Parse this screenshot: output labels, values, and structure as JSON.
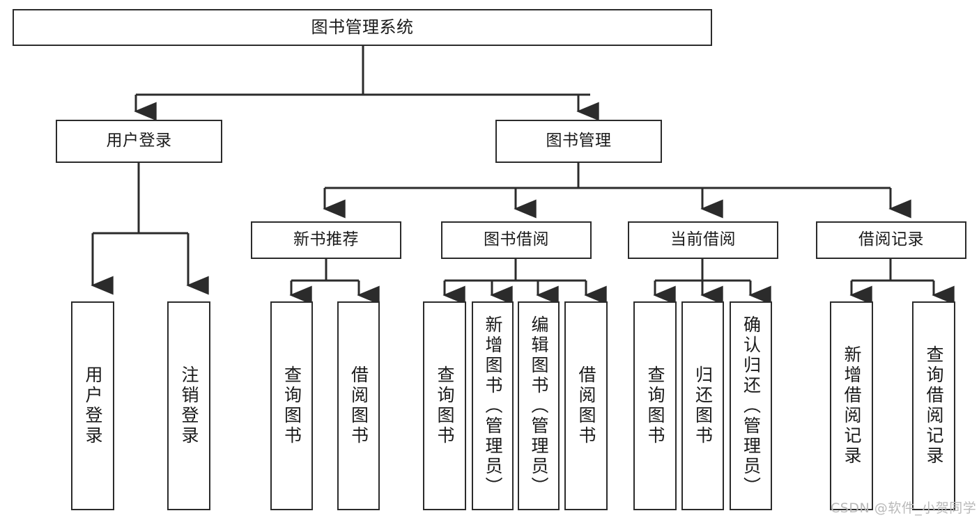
{
  "diagram": {
    "type": "tree-hierarchy",
    "title": "图书管理系统",
    "root": {
      "id": "root",
      "label": "图书管理系统"
    },
    "level1": [
      {
        "id": "user-login",
        "label": "用户登录"
      },
      {
        "id": "book-manage",
        "label": "图书管理"
      }
    ],
    "level2": [
      {
        "id": "new-book-recommend",
        "label": "新书推荐",
        "parent": "book-manage"
      },
      {
        "id": "book-borrow",
        "label": "图书借阅",
        "parent": "book-manage"
      },
      {
        "id": "current-borrow",
        "label": "当前借阅",
        "parent": "book-manage"
      },
      {
        "id": "borrow-record",
        "label": "借阅记录",
        "parent": "book-manage"
      }
    ],
    "leaves": [
      {
        "id": "leaf-user-login",
        "label": "用户登录",
        "parent": "user-login"
      },
      {
        "id": "leaf-logout-login",
        "label": "注销登录",
        "parent": "user-login"
      },
      {
        "id": "leaf-query-book-1",
        "label": "查询图书",
        "parent": "new-book-recommend"
      },
      {
        "id": "leaf-borrow-book-1",
        "label": "借阅图书",
        "parent": "new-book-recommend"
      },
      {
        "id": "leaf-query-book-2",
        "label": "查询图书",
        "parent": "book-borrow"
      },
      {
        "id": "leaf-add-book",
        "label": "新增图书（管理员）",
        "parent": "book-borrow"
      },
      {
        "id": "leaf-edit-book",
        "label": "编辑图书（管理员）",
        "parent": "book-borrow"
      },
      {
        "id": "leaf-borrow-book-2",
        "label": "借阅图书",
        "parent": "book-borrow"
      },
      {
        "id": "leaf-query-book-3",
        "label": "查询图书",
        "parent": "current-borrow"
      },
      {
        "id": "leaf-return-book",
        "label": "归还图书",
        "parent": "current-borrow"
      },
      {
        "id": "leaf-confirm-return",
        "label": "确认归还（管理员）",
        "parent": "current-borrow"
      },
      {
        "id": "leaf-add-record",
        "label": "新增借阅记录",
        "parent": "borrow-record"
      },
      {
        "id": "leaf-query-record",
        "label": "查询借阅记录",
        "parent": "borrow-record"
      }
    ],
    "colors": {
      "stroke": "#2b2b2b",
      "fill": "#ffffff",
      "text": "#1a1a1a",
      "watermark": "#b9b9b9"
    }
  },
  "watermark": {
    "text": "CSDN @软件_小贺同学"
  }
}
